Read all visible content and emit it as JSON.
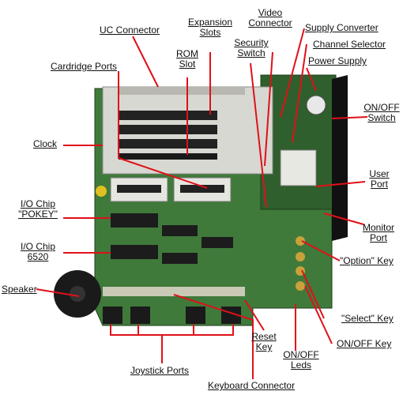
{
  "labels": {
    "uc_connector": "UC Connector",
    "expansion_slots_1": "Expansion",
    "expansion_slots_2": "Slots",
    "video_connector_1": "Video",
    "video_connector_2": "Connector",
    "supply_converter": "Supply Converter",
    "channel_selector": "Channel Selector",
    "rom_slot_1": "ROM",
    "rom_slot_2": "Slot",
    "security_switch_1": "Security",
    "security_switch_2": "Switch",
    "power_supply": "Power Supply",
    "cardridge_ports": "Cardridge Ports",
    "on_off_switch_1": "ON/OFF",
    "on_off_switch_2": "Switch",
    "clock": "Clock",
    "user_port_1": "User",
    "user_port_2": "Port",
    "io_chip_pokey_1": "I/O Chip",
    "io_chip_pokey_2": "\"POKEY\"",
    "monitor_port_1": "Monitor",
    "monitor_port_2": "Port",
    "io_chip_6520_1": "I/O Chip",
    "io_chip_6520_2": "6520",
    "option_key": "\"Option\" Key",
    "speaker": "Speaker",
    "select_key": "\"Select\" Key",
    "reset_key_1": "Reset",
    "reset_key_2": "Key",
    "on_off_key": "ON/OFF Key",
    "on_off_leds_1": "ON/OFF",
    "on_off_leds_2": "Leds",
    "joystick_ports": "Joystick Ports",
    "keyboard_connector": "Keyboard Connector"
  },
  "colors": {
    "pointer": "#e0101a",
    "pcb": "#3f7a3a",
    "pcb_dark": "#2b5a28",
    "cartridge_cage": "#d8d8d2",
    "chip": "#1c1c1c",
    "label_text": "#111111"
  }
}
